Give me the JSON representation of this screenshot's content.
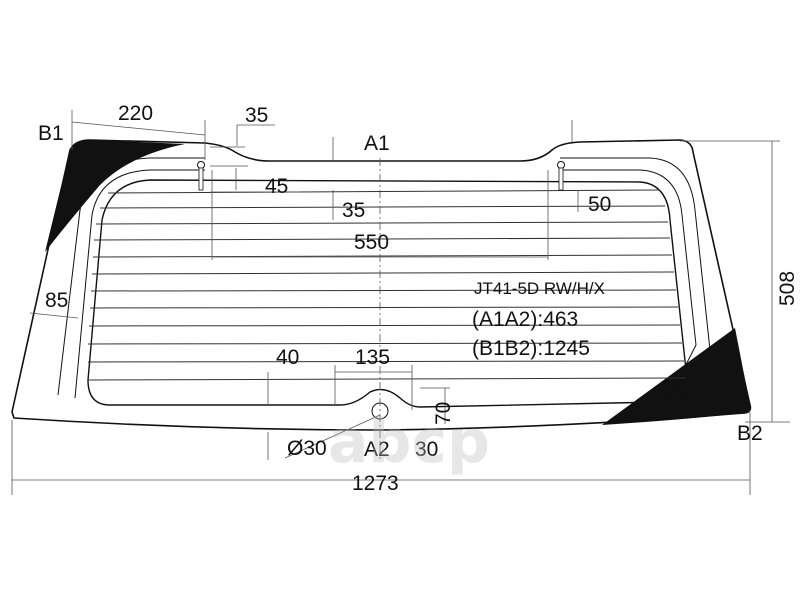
{
  "diagram": {
    "part_code": "JT41-5D RW/H/X",
    "a1a2": "(A1A2):463",
    "b1b2": "(B1B2):1245",
    "points": {
      "a1": "A1",
      "a2": "A2",
      "b1": "B1",
      "b2": "B2"
    },
    "dimensions": {
      "corner_width": "220",
      "top_offset": "35",
      "bracket_height": "45",
      "grid_top_offset": "35",
      "right_bracket": "50",
      "bracket_span": "550",
      "side_band": "85",
      "bottom_offset": "40",
      "notch_width": "135",
      "notch_height": "70",
      "hole_diameter": "Ø30",
      "hole_offset": "30",
      "total_width": "1273",
      "total_height": "508"
    },
    "watermark": "abcp",
    "colors": {
      "line": "#111111",
      "ceramic": "#111111",
      "dim": "#555555"
    }
  }
}
